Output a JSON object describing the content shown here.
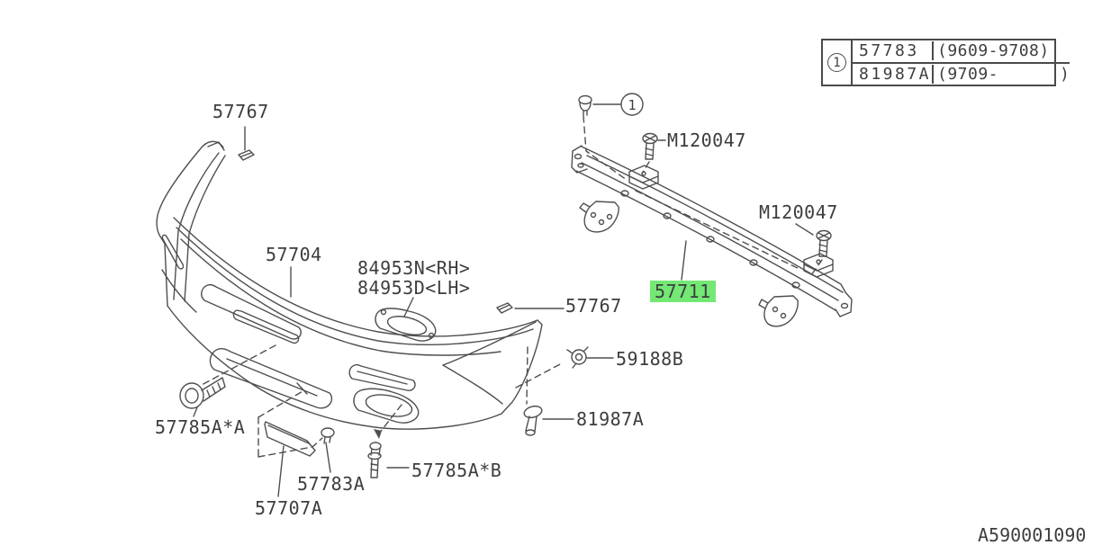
{
  "drawing_number": "A590001090",
  "callout": "1",
  "colors": {
    "highlight": "#74e874",
    "line": "#4f4f4f",
    "text": "#3d3d3d"
  },
  "labels": {
    "clip_57767": "57767",
    "bumper_57704": "57704",
    "fog_cover_rh": "84953N<RH>",
    "fog_cover_lh": "84953D<LH>",
    "beam_57711": "57711",
    "bolt_m120047": "M120047",
    "grommet_59188b": "59188B",
    "clip_81987a": "81987A",
    "screw_57785a_a": "57785A*A",
    "clip_57783a": "57783A",
    "molding_57707a": "57707A",
    "screw_57785a_b": "57785A*B"
  },
  "ref_table": {
    "callout": "1",
    "rows": [
      {
        "part_no": "57783",
        "date_range": "(9609-9708)"
      },
      {
        "part_no": "81987A",
        "date_range": "(9709-      )"
      }
    ]
  }
}
